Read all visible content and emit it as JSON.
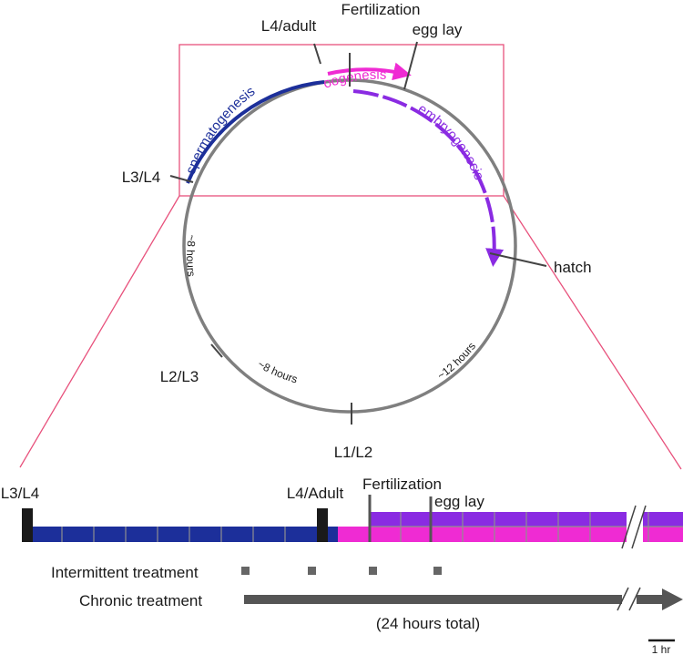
{
  "cycle": {
    "stages": {
      "fertilization": "Fertilization",
      "l4_adult": "L4/adult",
      "egg_lay": "egg lay",
      "l3_l4": "L3/L4",
      "hatch": "hatch",
      "l2_l3": "L2/L3",
      "l1_l2": "L1/L2"
    },
    "processes": {
      "spermatogenesis": "spermatogenesis",
      "oogenesis": "oogenesis",
      "embryogenesis": "embryogenesis"
    },
    "durations": {
      "left": "~8 hours",
      "bottom": "~8 hours",
      "right": "~12 hours"
    },
    "colors": {
      "ring": "#7f7f7f",
      "spermatogenesis": "#1c2f9a",
      "oogenesis": "#ef2bd3",
      "embryogenesis": "#8a2be2",
      "zoom_box": "#e8517c"
    }
  },
  "timeline": {
    "markers": {
      "l3_l4": "L3/L4",
      "l4_adult": "L4/Adult",
      "fertilization": "Fertilization",
      "egg_lay": "egg lay"
    },
    "treatments": {
      "intermittent": "Intermittent treatment",
      "chronic": "Chronic treatment",
      "chronic_note": "(24 hours total)"
    },
    "scale_bar": "1 hr"
  }
}
